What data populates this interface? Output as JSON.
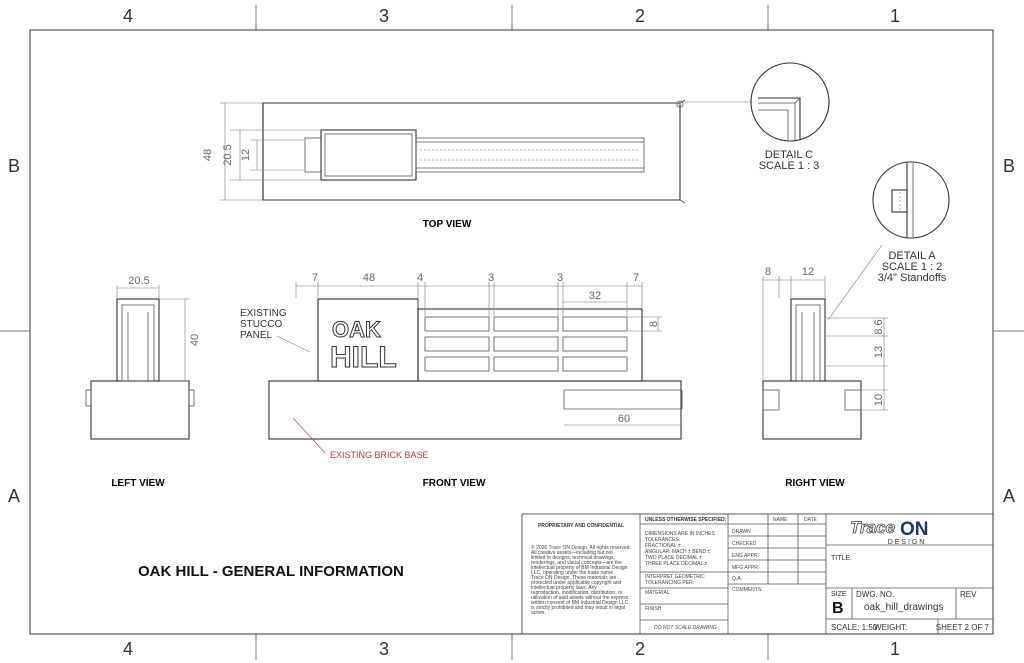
{
  "zones": {
    "cols_top": [
      "4",
      "3",
      "2",
      "1"
    ],
    "cols_bottom": [
      "4",
      "3",
      "2",
      "1"
    ],
    "rows_left": [
      "B",
      "A"
    ],
    "rows_right": [
      "B",
      "A"
    ]
  },
  "views": {
    "top_view": "TOP VIEW",
    "left_view": "LEFT VIEW",
    "front_view": "FRONT VIEW",
    "right_view": "RIGHT VIEW"
  },
  "details": {
    "detail_c_title": "DETAIL C",
    "detail_c_scale": "SCALE 1 : 3",
    "detail_a_title": "DETAIL A",
    "detail_a_scale": "SCALE 1 : 2",
    "detail_a_note": "3/4\" Standoffs"
  },
  "callouts": {
    "existing_stucco_1": "EXISTING",
    "existing_stucco_2": "STUCCO",
    "existing_stucco_3": "PANEL",
    "existing_brick": "EXISTING BRICK BASE"
  },
  "signage": {
    "line1": "OAK",
    "line2": "HILL"
  },
  "dimensions": {
    "top_48": "48",
    "top_20_5": "20.5",
    "top_12": "12",
    "left_20_5": "20.5",
    "left_40": "40",
    "front_7a": "7",
    "front_48": "48",
    "front_4": "4",
    "front_3a": "3",
    "front_3b": "3",
    "front_7b": "7",
    "front_32": "32",
    "front_8": "8",
    "front_60": "60",
    "right_8": "8",
    "right_12": "12",
    "right_8_6": "8.6",
    "right_13": "13",
    "right_10": "10"
  },
  "drawing_title": "OAK HILL - GENERAL INFORMATION",
  "title_block": {
    "proprietary_title": "PROPRIETARY AND CONFIDENTIAL",
    "proprietary_text": [
      "© 2026 Trace ON Design. All rights reserved.",
      "All creative assets—including but not",
      "limited to designs, technical drawings,",
      "renderings, and visual concepts—are the",
      "intellectual property of BM Industrial Design",
      "LLC, operating under the trade name",
      "Trace ON Design. These materials are",
      "protected under applicable copyright and",
      "intellectual property laws. Any",
      "reproduction, modification, distribution, or",
      "utilization of said assets without the express",
      "written consent of BM Industrial Design LLC",
      "is strictly prohibited and may result in legal",
      "action."
    ],
    "unless_specified": "UNLESS OTHERWISE SPECIFIED:",
    "spec_lines": [
      "DIMENSIONS ARE IN INCHES",
      "TOLERANCES:",
      "FRACTIONAL ±",
      "ANGULAR: MACH ±    BEND ±",
      "TWO PLACE DECIMAL    ±",
      "THREE PLACE DECIMAL  ±"
    ],
    "interpret": [
      "INTERPRET GEOMETRIC",
      "TOLERANCING PER:"
    ],
    "material": "MATERIAL",
    "finish": "FINISH",
    "do_not_scale": "DO NOT SCALE DRAWING",
    "approvals_header": {
      "name": "NAME",
      "date": "DATE"
    },
    "approvals": [
      "DRAWN",
      "CHECKED",
      "ENG APPR.",
      "MFG APPR.",
      "Q.A.",
      "COMMENTS:"
    ],
    "logo_line1": "Trace",
    "logo_line2": "ON",
    "logo_sub": "D E S I G N",
    "title_label": "TITLE:",
    "size_label": "SIZE",
    "size_value": "B",
    "dwg_label": "DWG.  NO.",
    "dwg_value": "oak_hill_drawings",
    "rev_label": "REV",
    "scale": "SCALE: 1:50",
    "weight": "WEIGHT:",
    "sheet": "SHEET 2 OF 7"
  },
  "colors": {
    "callout_red": "#c0392b",
    "line": "#333333",
    "dim": "#777777"
  }
}
